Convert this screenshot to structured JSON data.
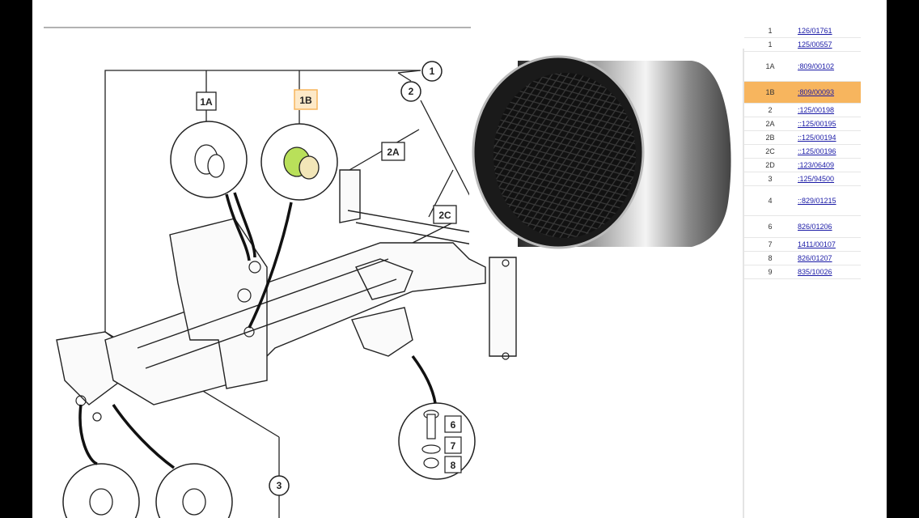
{
  "diagram": {
    "callouts": [
      "1",
      "2",
      "1A",
      "1B",
      "2A",
      "2C",
      "3",
      "6",
      "7",
      "8"
    ],
    "highlight_color": "#f7b55e",
    "selected_part_fill": "#b9e05a"
  },
  "parts_list": {
    "rows": [
      {
        "ref": "1",
        "part": "126/01761"
      },
      {
        "ref": "1",
        "part": "125/00557"
      },
      {
        "ref": "1A",
        "part": ":809/00102"
      },
      {
        "ref": "1B",
        "part": ":809/00093",
        "selected": true
      },
      {
        "ref": "2",
        "part": ":125/00198"
      },
      {
        "ref": "2A",
        "part": "::125/00195"
      },
      {
        "ref": "2B",
        "part": "::125/00194"
      },
      {
        "ref": "2C",
        "part": "::125/00196"
      },
      {
        "ref": "2D",
        "part": ":123/06409"
      },
      {
        "ref": "3",
        "part": ":125/94500"
      },
      {
        "ref": "4",
        "part": "::829/01215"
      },
      {
        "ref": "6",
        "part": "826/01206"
      },
      {
        "ref": "7",
        "part": "1411/00107"
      },
      {
        "ref": "8",
        "part": "826/01207"
      },
      {
        "ref": "9",
        "part": "835/10026"
      }
    ]
  }
}
